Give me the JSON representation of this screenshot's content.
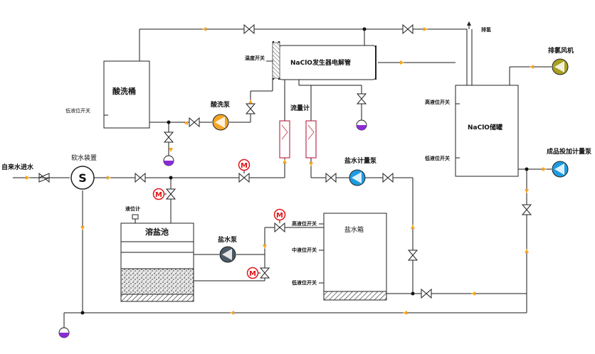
{
  "labels": {
    "tap_water_inlet": "自来水进水",
    "softener": "软水装置",
    "softener_symbol": "S",
    "acid_tank": "酸洗桶",
    "acid_low_switch": "低液位开关",
    "acid_pump": "酸洗泵",
    "generator": "NaClO发生器电解管",
    "temp_switch": "温度开关",
    "flowmeter": "流量计",
    "hydrogen_vent": "排氢",
    "storage_tank": "NaClO储罐",
    "storage_high_switch": "高液位开关",
    "storage_low_switch": "低液位开关",
    "chlorine_fan": "排氯风机",
    "product_pump": "成品投加计量泵",
    "brine_meter_pump": "盐水计量泵",
    "brine_tank": "盐水箱",
    "brine_high_switch": "高液位开关",
    "brine_mid_switch": "中液位开关",
    "brine_low_switch": "低液位开关",
    "salt_pool": "溶盐池",
    "level_gauge": "液位计",
    "brine_pump": "盐水泵",
    "motor_valve_symbol": "M"
  },
  "colors": {
    "pump_orange": "#f5a623",
    "pump_blue": "#1e9be0",
    "pump_olive": "#a8a020",
    "pump_gray": "#4b5a66",
    "drain_purple": "#8b2bd6",
    "flow_arrow": "#f5a623",
    "motor_valve_red": "#e0161a"
  }
}
